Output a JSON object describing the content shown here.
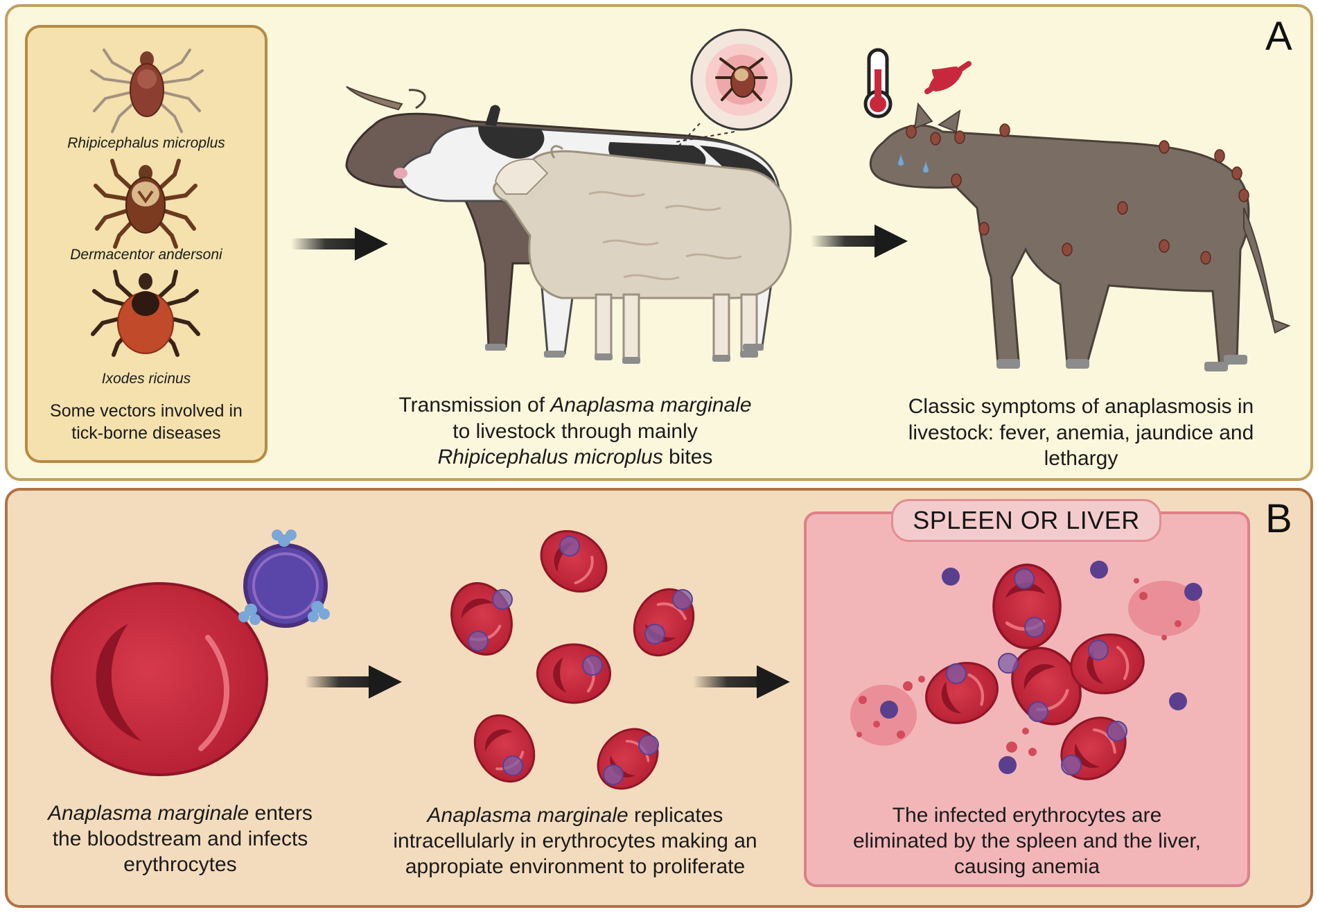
{
  "panels": {
    "a": {
      "letter": "A"
    },
    "b": {
      "letter": "B"
    }
  },
  "vectors": {
    "ticks": [
      "Rhipicephalus microplus",
      "Dermacentor andersoni",
      "Ixodes ricinus"
    ],
    "caption_line1": "Some vectors involved in",
    "caption_line2": "tick-borne diseases"
  },
  "transmission": {
    "line1_pre": "Transmission of ",
    "line1_italic": "Anaplasma marginale",
    "line2": "to livestock through mainly",
    "line3_italic": "Rhipicephalus microplus",
    "line3_post": " bites"
  },
  "symptoms": {
    "line1": "Classic symptoms of anaplasmosis in",
    "line2": "livestock: fever, anemia, jaundice and",
    "line3": "lethargy"
  },
  "infection": {
    "line1_italic": "Anaplasma marginale",
    "line1_post": " enters",
    "line2": "the bloodstream and infects",
    "line3": "erythrocytes"
  },
  "replication": {
    "line1_italic": "Anaplasma marginale",
    "line1_post": " replicates",
    "line2": "intracellularly in erythrocytes making an",
    "line3": "appropiate environment to proliferate"
  },
  "elimination": {
    "title": "SPLEEN OR LIVER",
    "line1": "The infected erythrocytes are",
    "line2": "eliminated by the spleen and the liver,",
    "line3": "causing anemia"
  },
  "colors": {
    "panel_a_bg": "#faf7dc",
    "panel_a_border": "#c1a060",
    "panel_b_bg": "#f3dcbd",
    "panel_b_border": "#b07244",
    "vector_box_bg": "#f4e1ad",
    "spleen_box_bg": "#f2b6b9",
    "rbc_red": "#c8283d",
    "bacteria_purple": "#5a46a8"
  },
  "icons": [
    "thermometer-icon",
    "no-eating-icon",
    "arrow-right-icon"
  ]
}
